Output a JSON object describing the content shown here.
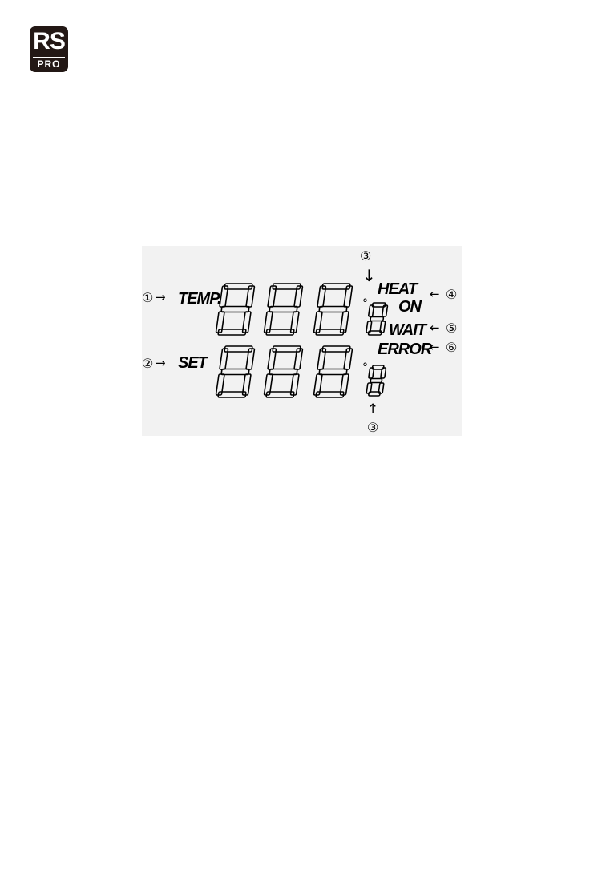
{
  "brand": {
    "logo_top": "RS",
    "logo_bottom": "PRO"
  },
  "display": {
    "temp_label": "TEMP.",
    "set_label": "SET",
    "degree_symbol": "°",
    "heat_label": "HEAT",
    "on_label": "ON",
    "wait_label": "WAIT",
    "error_label": "ERROR"
  },
  "callouts": {
    "n1": "①",
    "n2": "②",
    "n3_top": "③",
    "n3_bottom": "③",
    "n4": "④",
    "n5": "⑤",
    "n6": "⑥",
    "arrow_right": "→",
    "arrow_left": "←",
    "arrow_down": "↓",
    "arrow_up": "↑"
  },
  "colors": {
    "ink": "#000000",
    "panel": "#f2f2f2",
    "logo": "#231815"
  }
}
